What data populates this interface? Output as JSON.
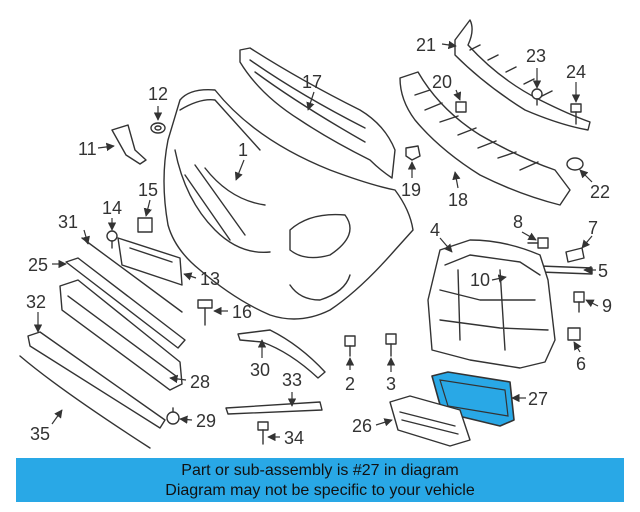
{
  "callouts": [
    "1",
    "2",
    "3",
    "4",
    "5",
    "6",
    "7",
    "8",
    "9",
    "10",
    "11",
    "12",
    "13",
    "14",
    "15",
    "16",
    "17",
    "18",
    "19",
    "20",
    "21",
    "22",
    "23",
    "24",
    "25",
    "26",
    "27",
    "28",
    "29",
    "30",
    "31",
    "32",
    "33",
    "34",
    "35"
  ],
  "highlight_part": "27",
  "colors": {
    "highlight": "#29a8e6",
    "banner": "#29a8e6",
    "line": "#333333"
  },
  "banner": {
    "line1": "Part or sub-assembly is #27 in diagram",
    "line2": "Diagram may not be specific to your vehicle"
  }
}
